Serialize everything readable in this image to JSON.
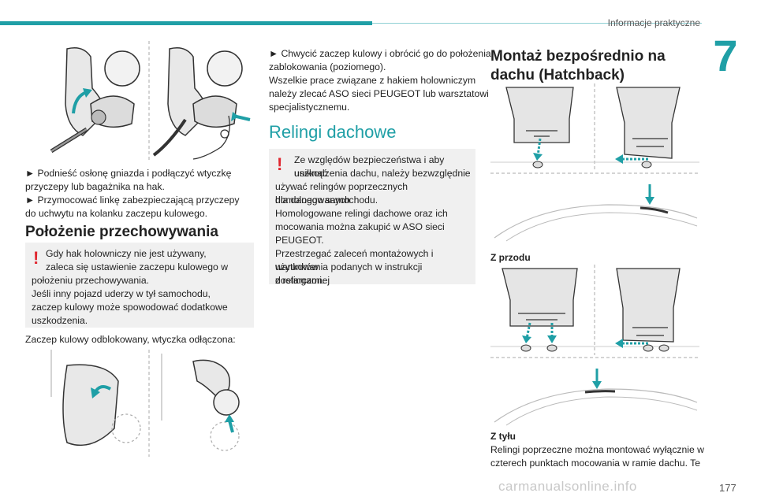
{
  "header": {
    "title": "Informacje praktyczne",
    "chapter": "7"
  },
  "col1": {
    "step1": "► Podnieść osłonę gniazda i podłączyć wtyczkę przyczepy lub bagażnika na hak.",
    "step1_l1": "► Podnieść osłonę gniazda i podłączyć wtyczkę",
    "step1_l2": "przyczepy lub bagażnika na hak.",
    "step2_l1": "► Przymocować linkę zabezpieczającą przyczepy",
    "step2_l2": "do uchwytu na kolanku zaczepu kulowego.",
    "section_title": "Położenie przechowywania",
    "warning_lines": [
      "Gdy hak holowniczy nie jest używany,",
      "zaleca się ustawienie zaczepu kulowego w",
      "położeniu przechowywania.",
      "Jeśli inny pojazd uderzy w tył samochodu,",
      "zaczep kulowy może spowodować dodatkowe",
      "uszkodzenia."
    ],
    "note": "Zaczep kulowy odblokowany, wtyczka odłączona:"
  },
  "col2": {
    "lines": [
      "► Chwycić zaczep kulowy i obrócić go do położenia",
      "zablokowania (poziomego).",
      "Wszelkie prace związane z hakiem holowniczym",
      "należy zlecać ASO sieci PEUGEOT lub warsztatowi",
      "specjalistycznemu."
    ],
    "section_title": "Relingi dachowe",
    "warning_lines": [
      "Ze względów bezpieczeństwa i aby uniknąć",
      "uszkodzenia dachu, należy bezwzględnie",
      "używać relingów poprzecznych homologowanych",
      "dla danego samochodu.",
      "Homologowane relingi dachowe oraz ich",
      "mocowania można zakupić w ASO sieci",
      "PEUGEOT.",
      "Przestrzegać zaleceń montażowych i warunków",
      "użytkowania podanych w instrukcji dostarczonej",
      "z relingami."
    ]
  },
  "col3": {
    "title_l1": "Montaż bezpośrednio na",
    "title_l2": "dachu (Hatchback)",
    "caption_front": "Z przodu",
    "caption_rear": "Z tyłu",
    "text_l1": "Relingi poprzeczne można montować wyłącznie w",
    "text_l2": "czterech punktach mocowania w ramie dachu. Te"
  },
  "footer": {
    "page": "177",
    "watermark": "carmanualsonline.info"
  },
  "colors": {
    "accent": "#1f9fa6",
    "warning": "#e0262f",
    "box_bg": "#f0f0f0"
  }
}
